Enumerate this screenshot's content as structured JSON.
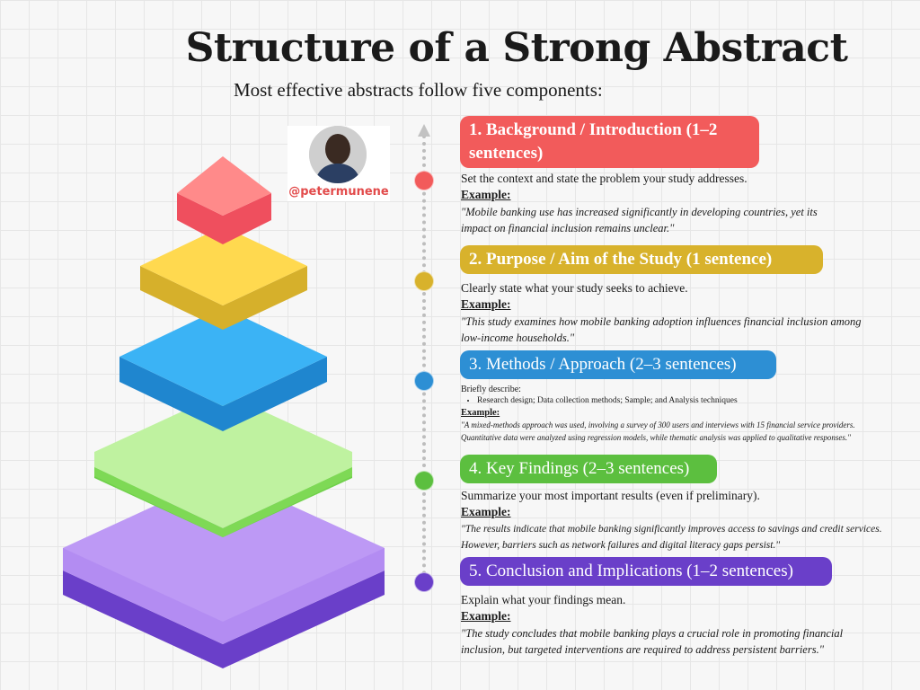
{
  "title": "Structure of a Strong Abstract",
  "subtitle": "Most effective abstracts follow five components:",
  "profile": {
    "handle": "@petermunene"
  },
  "colors": {
    "red": "#f25b5b",
    "yellow": "#d8b22c",
    "blue": "#2d8fd4",
    "green": "#5cbf3f",
    "purple": "#6a3fc9"
  },
  "components": [
    {
      "heading": "1. Background / Introduction (1–2 sentences)",
      "heading_line1": "1. Background / Introduction (1–2",
      "heading_line2": "sentences)",
      "description": "Set the context and state the problem your study addresses.",
      "example_label": "Example:",
      "example_line1": " \"Mobile banking use has increased significantly in developing countries, yet its",
      "example_line2": "impact on financial inclusion remains unclear.\""
    },
    {
      "heading": "2. Purpose / Aim of the Study (1 sentence)",
      "description": "Clearly state what your study seeks to achieve.",
      "example_label": "Example:",
      "example_line1": " \"This study examines how mobile banking adoption influences financial inclusion among",
      "example_line2": "low-income households.\""
    },
    {
      "heading": "3. Methods / Approach (2–3 sentences)",
      "description": "Briefly describe:",
      "bullet": "Research design; Data collection methods; Sample; and Analysis techniques",
      "example_label": "Example:",
      "example_line1": " \"A mixed-methods approach was used, involving a survey of 300 users and interviews with 15 financial service providers.",
      "example_line2": "Quantitative data were analyzed using regression models, while thematic analysis was applied to qualitative responses.\""
    },
    {
      "heading": "4. Key Findings (2–3 sentences)",
      "description": "Summarize your most important results (even if preliminary).",
      "example_label": "Example:",
      "example_line1": " \"The results indicate that mobile banking significantly improves access to savings and credit services.",
      "example_line2": "However, barriers such as network failures and digital literacy gaps persist.\""
    },
    {
      "heading": "5. Conclusion and Implications (1–2 sentences)",
      "description": "Explain what your findings mean.",
      "example_label": "Example:",
      "example_line1": " \"The study concludes that mobile banking plays a crucial role in promoting financial",
      "example_line2": "inclusion, but targeted interventions are required to address persistent barriers.\""
    }
  ]
}
